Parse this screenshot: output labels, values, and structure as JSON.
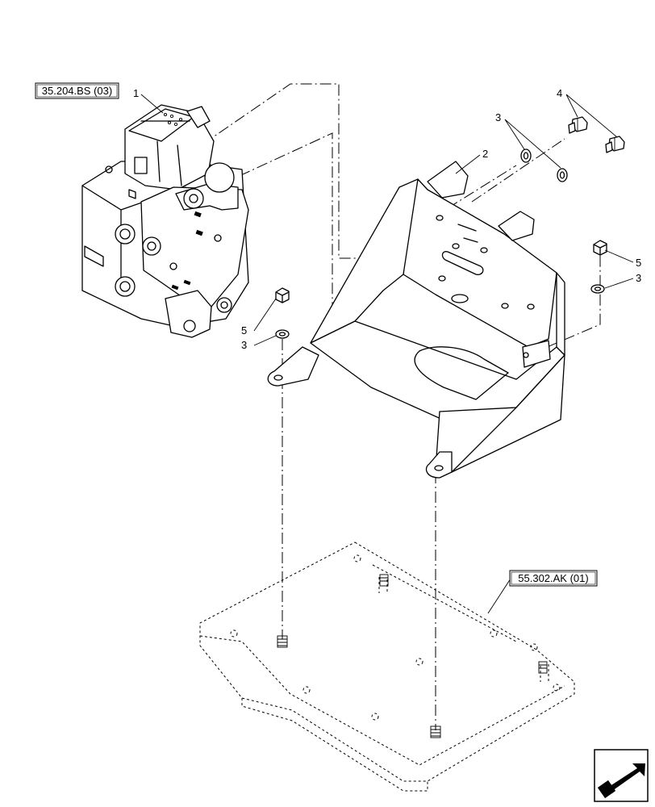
{
  "references": {
    "control_valve_ref": "35.204.BS (03)",
    "frame_ref": "55.302.AK (01)"
  },
  "callouts": {
    "c1": "1",
    "c2": "2",
    "c3a": "3",
    "c4": "4",
    "c5a": "5",
    "c3b": "3",
    "c5b": "5",
    "c3c": "3"
  },
  "icons": {
    "corner": "navigation-arrow-icon"
  },
  "colors": {
    "line": "#000000",
    "background": "#ffffff"
  }
}
